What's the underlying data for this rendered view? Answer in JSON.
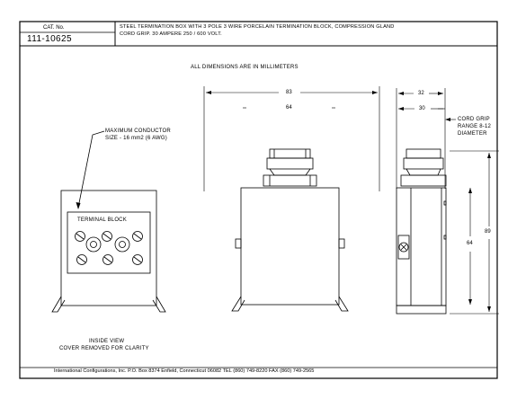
{
  "header": {
    "cat_label": "CAT. No.",
    "cat_number": "111-10625",
    "description_line1": "STEEL TERMINATION BOX  WITH 3 POLE 3 WIRE PORCELAIN TERMINATION BLOCK, COMPRESSION GLAND",
    "description_line2": "CORD GRIP. 30 AMPERE 250 / 600 VOLT."
  },
  "drawing": {
    "note_units": "ALL DIMENSIONS ARE IN MILLIMETERS",
    "max_conductor_line1": "MAXIMUM CONDUCTOR",
    "max_conductor_line2": "SIZE - 16 mm2 (6 AWG)",
    "terminal_block_label": "TERMINAL BLOCK",
    "inside_view_line1": "INSIDE VIEW",
    "inside_view_line2": "COVER REMOVED FOR CLARITY",
    "cord_grip_line1": "CORD GRIP",
    "cord_grip_line2": "RANGE 8-12",
    "cord_grip_line3": "DIAMETER"
  },
  "dimensions": {
    "front_outer_width": "83",
    "front_inner_width": "64",
    "side_outer_width": "32",
    "side_inner_width": "30",
    "side_total_height": "89",
    "side_body_height": "64"
  },
  "footer": {
    "company": "International Configurations, Inc.   P.O. Box 8374  Enfield, Connecticut 06082 TEL (860) 749-8220  FAX (860) 749-2565"
  }
}
